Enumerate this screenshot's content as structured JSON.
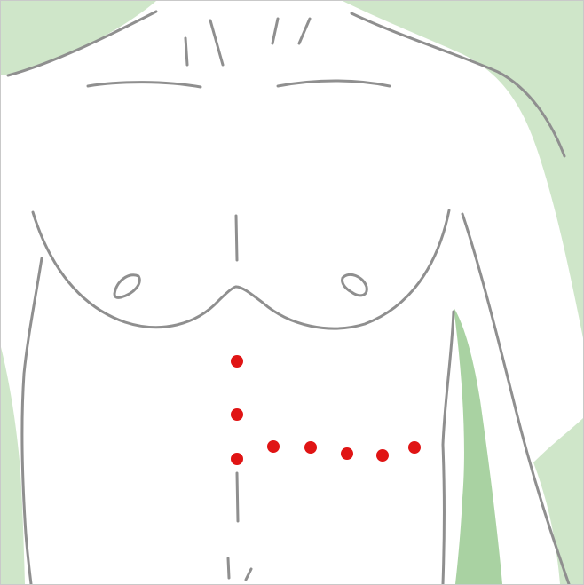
{
  "illustration": {
    "subject": "torso-outline",
    "colors": {
      "background": "#ffffff",
      "shading": "#cfe6c9",
      "shading_dark": "#a9d2a2",
      "outline": "#8f8f8f",
      "marker": "#e01414"
    },
    "markers": {
      "vertical_count": 3,
      "horizontal_count": 5
    }
  }
}
